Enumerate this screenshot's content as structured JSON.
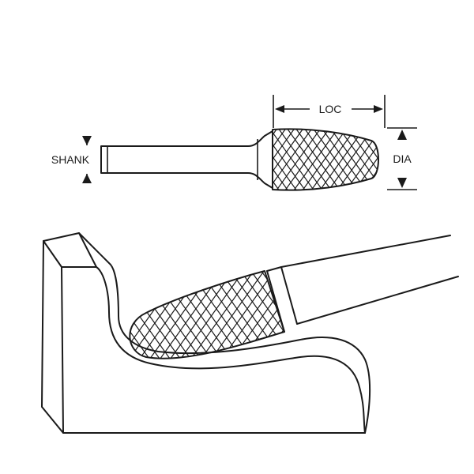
{
  "labels": {
    "loc": "LOC",
    "shank": "SHANK",
    "dia": "DIA"
  },
  "colors": {
    "line": "#1a1a1a",
    "background": "#ffffff"
  }
}
